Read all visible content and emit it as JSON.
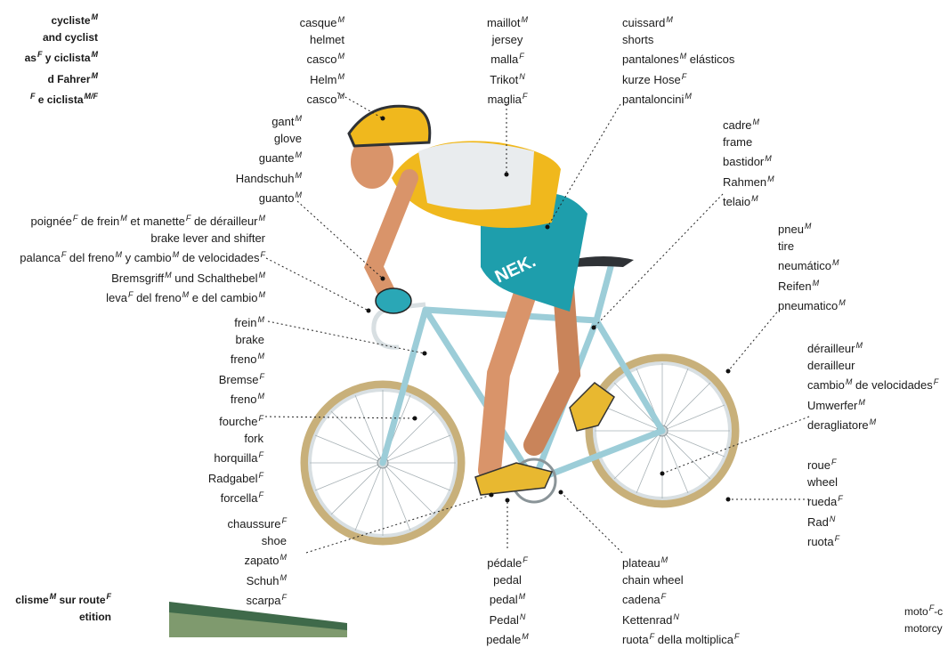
{
  "colors": {
    "jersey_yellow": "#f0b81d",
    "teal": "#1e9eac",
    "frame": "#9ccdd8",
    "tire": "#c9a86b",
    "skin": "#d9946a"
  },
  "callouts": {
    "top_title": [
      {
        "parts": [
          {
            "t": "cycliste"
          },
          {
            "g": "M"
          }
        ]
      },
      {
        "parts": [
          {
            "t": "and cyclist"
          }
        ]
      },
      {
        "parts": [
          {
            "t": "as"
          },
          {
            "g": "F"
          },
          {
            "t": " y ciclista"
          },
          {
            "g": "M"
          }
        ]
      },
      {
        "parts": [
          {
            "t": "d Fahrer"
          },
          {
            "g": "M"
          }
        ]
      },
      {
        "parts": [
          {
            "g": "F"
          },
          {
            "t": " e ciclista"
          },
          {
            "g": "M/F"
          }
        ]
      }
    ],
    "helmet": [
      {
        "parts": [
          {
            "t": "casque"
          },
          {
            "g": "M"
          }
        ]
      },
      {
        "parts": [
          {
            "t": "helmet"
          }
        ]
      },
      {
        "parts": [
          {
            "t": "casco"
          },
          {
            "g": "M"
          }
        ]
      },
      {
        "parts": [
          {
            "t": "Helm"
          },
          {
            "g": "M"
          }
        ]
      },
      {
        "parts": [
          {
            "t": "casco"
          },
          {
            "g": "M"
          }
        ]
      }
    ],
    "jersey": [
      {
        "parts": [
          {
            "t": "maillot"
          },
          {
            "g": "M"
          }
        ]
      },
      {
        "parts": [
          {
            "t": "jersey"
          }
        ]
      },
      {
        "parts": [
          {
            "t": "malla"
          },
          {
            "g": "F"
          }
        ]
      },
      {
        "parts": [
          {
            "t": "Trikot"
          },
          {
            "g": "N"
          }
        ]
      },
      {
        "parts": [
          {
            "t": "maglia"
          },
          {
            "g": "F"
          }
        ]
      }
    ],
    "shorts": [
      {
        "parts": [
          {
            "t": "cuissard"
          },
          {
            "g": "M"
          }
        ]
      },
      {
        "parts": [
          {
            "t": "shorts"
          }
        ]
      },
      {
        "parts": [
          {
            "t": "pantalones"
          },
          {
            "g": "M"
          },
          {
            "t": " elásticos"
          }
        ]
      },
      {
        "parts": [
          {
            "t": "kurze Hose"
          },
          {
            "g": "F"
          }
        ]
      },
      {
        "parts": [
          {
            "t": "pantaloncini"
          },
          {
            "g": "M"
          }
        ]
      }
    ],
    "glove": [
      {
        "parts": [
          {
            "t": "gant"
          },
          {
            "g": "M"
          }
        ]
      },
      {
        "parts": [
          {
            "t": "glove"
          }
        ]
      },
      {
        "parts": [
          {
            "t": "guante"
          },
          {
            "g": "M"
          }
        ]
      },
      {
        "parts": [
          {
            "t": "Handschuh"
          },
          {
            "g": "M"
          }
        ]
      },
      {
        "parts": [
          {
            "t": "guanto"
          },
          {
            "g": "M"
          }
        ]
      }
    ],
    "frame": [
      {
        "parts": [
          {
            "t": "cadre"
          },
          {
            "g": "M"
          }
        ]
      },
      {
        "parts": [
          {
            "t": "frame"
          }
        ]
      },
      {
        "parts": [
          {
            "t": "bastidor"
          },
          {
            "g": "M"
          }
        ]
      },
      {
        "parts": [
          {
            "t": "Rahmen"
          },
          {
            "g": "M"
          }
        ]
      },
      {
        "parts": [
          {
            "t": "telaio"
          },
          {
            "g": "M"
          }
        ]
      }
    ],
    "brake_lever": [
      {
        "parts": [
          {
            "t": "poignée"
          },
          {
            "g": "F"
          },
          {
            "t": " de frein"
          },
          {
            "g": "M"
          },
          {
            "t": " et manette"
          },
          {
            "g": "F"
          },
          {
            "t": " de dérailleur"
          },
          {
            "g": "M"
          }
        ]
      },
      {
        "parts": [
          {
            "t": "brake lever and shifter"
          }
        ]
      },
      {
        "parts": [
          {
            "t": "palanca"
          },
          {
            "g": "F"
          },
          {
            "t": " del freno"
          },
          {
            "g": "M"
          },
          {
            "t": " y cambio"
          },
          {
            "g": "M"
          },
          {
            "t": " de velocidades"
          },
          {
            "g": "F"
          }
        ]
      },
      {
        "parts": [
          {
            "t": "Bremsgriff"
          },
          {
            "g": "M"
          },
          {
            "t": " und Schalthebel"
          },
          {
            "g": "M"
          }
        ]
      },
      {
        "parts": [
          {
            "t": "leva"
          },
          {
            "g": "F"
          },
          {
            "t": " del freno"
          },
          {
            "g": "M"
          },
          {
            "t": " e del cambio"
          },
          {
            "g": "M"
          }
        ]
      }
    ],
    "tire": [
      {
        "parts": [
          {
            "t": "pneu"
          },
          {
            "g": "M"
          }
        ]
      },
      {
        "parts": [
          {
            "t": "tire"
          }
        ]
      },
      {
        "parts": [
          {
            "t": "neumático"
          },
          {
            "g": "M"
          }
        ]
      },
      {
        "parts": [
          {
            "t": "Reifen"
          },
          {
            "g": "M"
          }
        ]
      },
      {
        "parts": [
          {
            "t": "pneumatico"
          },
          {
            "g": "M"
          }
        ]
      }
    ],
    "brake": [
      {
        "parts": [
          {
            "t": "frein"
          },
          {
            "g": "M"
          }
        ]
      },
      {
        "parts": [
          {
            "t": "brake"
          }
        ]
      },
      {
        "parts": [
          {
            "t": "freno"
          },
          {
            "g": "M"
          }
        ]
      },
      {
        "parts": [
          {
            "t": "Bremse"
          },
          {
            "g": "F"
          }
        ]
      },
      {
        "parts": [
          {
            "t": "freno"
          },
          {
            "g": "M"
          }
        ]
      }
    ],
    "derailleur": [
      {
        "parts": [
          {
            "t": "dérailleur"
          },
          {
            "g": "M"
          }
        ]
      },
      {
        "parts": [
          {
            "t": "derailleur"
          }
        ]
      },
      {
        "parts": [
          {
            "t": "cambio"
          },
          {
            "g": "M"
          },
          {
            "t": " de velocidades"
          },
          {
            "g": "F"
          }
        ]
      },
      {
        "parts": [
          {
            "t": "Umwerfer"
          },
          {
            "g": "M"
          }
        ]
      },
      {
        "parts": [
          {
            "t": "deragliatore"
          },
          {
            "g": "M"
          }
        ]
      }
    ],
    "fork": [
      {
        "parts": [
          {
            "t": "fourche"
          },
          {
            "g": "F"
          }
        ]
      },
      {
        "parts": [
          {
            "t": "fork"
          }
        ]
      },
      {
        "parts": [
          {
            "t": "horquilla"
          },
          {
            "g": "F"
          }
        ]
      },
      {
        "parts": [
          {
            "t": "Radgabel"
          },
          {
            "g": "F"
          }
        ]
      },
      {
        "parts": [
          {
            "t": "forcella"
          },
          {
            "g": "F"
          }
        ]
      }
    ],
    "wheel": [
      {
        "parts": [
          {
            "t": "roue"
          },
          {
            "g": "F"
          }
        ]
      },
      {
        "parts": [
          {
            "t": "wheel"
          }
        ]
      },
      {
        "parts": [
          {
            "t": "rueda"
          },
          {
            "g": "F"
          }
        ]
      },
      {
        "parts": [
          {
            "t": "Rad"
          },
          {
            "g": "N"
          }
        ]
      },
      {
        "parts": [
          {
            "t": "ruota"
          },
          {
            "g": "F"
          }
        ]
      }
    ],
    "shoe": [
      {
        "parts": [
          {
            "t": "chaussure"
          },
          {
            "g": "F"
          }
        ]
      },
      {
        "parts": [
          {
            "t": "shoe"
          }
        ]
      },
      {
        "parts": [
          {
            "t": "zapato"
          },
          {
            "g": "M"
          }
        ]
      },
      {
        "parts": [
          {
            "t": "Schuh"
          },
          {
            "g": "M"
          }
        ]
      },
      {
        "parts": [
          {
            "t": "scarpa"
          },
          {
            "g": "F"
          }
        ]
      }
    ],
    "pedal": [
      {
        "parts": [
          {
            "t": "pédale"
          },
          {
            "g": "F"
          }
        ]
      },
      {
        "parts": [
          {
            "t": "pedal"
          }
        ]
      },
      {
        "parts": [
          {
            "t": "pedal"
          },
          {
            "g": "M"
          }
        ]
      },
      {
        "parts": [
          {
            "t": "Pedal"
          },
          {
            "g": "N"
          }
        ]
      },
      {
        "parts": [
          {
            "t": "pedale"
          },
          {
            "g": "M"
          }
        ]
      }
    ],
    "chain_wheel": [
      {
        "parts": [
          {
            "t": "plateau"
          },
          {
            "g": "M"
          }
        ]
      },
      {
        "parts": [
          {
            "t": "chain wheel"
          }
        ]
      },
      {
        "parts": [
          {
            "t": "cadena"
          },
          {
            "g": "F"
          }
        ]
      },
      {
        "parts": [
          {
            "t": "Kettenrad"
          },
          {
            "g": "N"
          }
        ]
      },
      {
        "parts": [
          {
            "t": "ruota"
          },
          {
            "g": "F"
          },
          {
            "t": " della moltiplica"
          },
          {
            "g": "F"
          }
        ]
      }
    ],
    "bottom_title": [
      {
        "parts": [
          {
            "t": "clisme"
          },
          {
            "g": "M"
          },
          {
            "t": " sur route"
          },
          {
            "g": "F"
          }
        ]
      },
      {
        "parts": [
          {
            "t": "etition"
          }
        ]
      }
    ],
    "moto": [
      {
        "parts": [
          {
            "t": "moto"
          },
          {
            "g": "F"
          },
          {
            "t": "-c"
          }
        ]
      },
      {
        "parts": [
          {
            "t": "motorcy"
          }
        ]
      }
    ]
  },
  "bike_text": {
    "shorts_logo": "NEK."
  }
}
